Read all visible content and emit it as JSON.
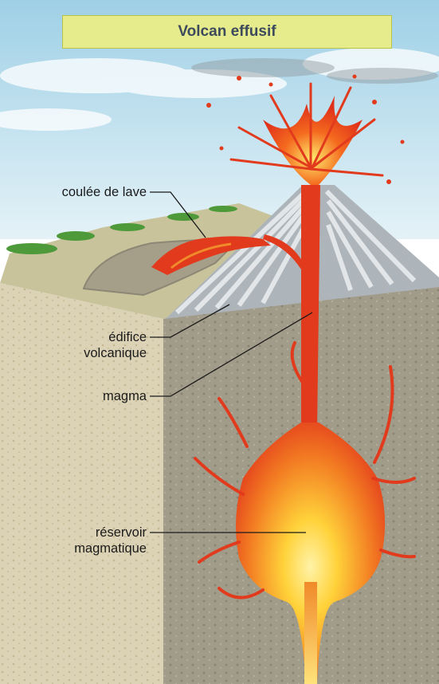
{
  "title": "Volcan effusif",
  "labels": {
    "lava_flow": "coulée de lave",
    "edifice_line1": "édifice",
    "edifice_line2": "volcanique",
    "magma": "magma",
    "reservoir_line1": "réservoir",
    "reservoir_line2": "magmatique"
  },
  "colors": {
    "sky": "#bfe0ee",
    "title_box": "#e6ec8c",
    "lava": "#e23a1c",
    "magma_core": "#ffd84a",
    "soil_light": "#d9cfb0",
    "soil_dark": "#9a9584",
    "cone_gray": "#b7bdc2",
    "grass": "#4e9a3a"
  }
}
